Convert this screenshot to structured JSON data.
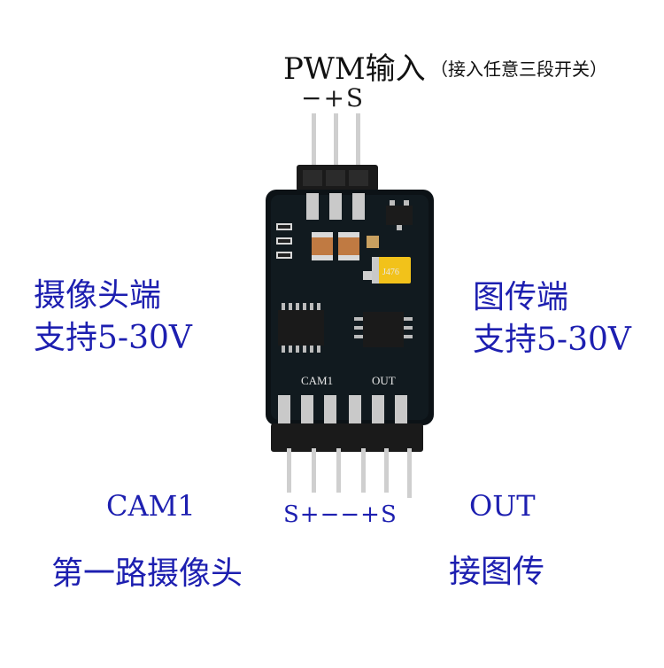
{
  "title": "PWM输入",
  "title_note": "（接入任意三段开关）",
  "input_pins": "−+S",
  "camera_side": {
    "heading": "摄像头端",
    "voltage": "支持5-30V"
  },
  "vtx_side": {
    "heading": "图传端",
    "voltage": "支持5-30V"
  },
  "cam1": {
    "label": "CAM1",
    "desc": "第一路摄像头"
  },
  "out": {
    "label": "OUT",
    "desc": "接图传"
  },
  "output_pins": "S+−−+S",
  "silkscreen": {
    "cam1": "CAM1",
    "out": "OUT",
    "cap_code": "J476"
  }
}
